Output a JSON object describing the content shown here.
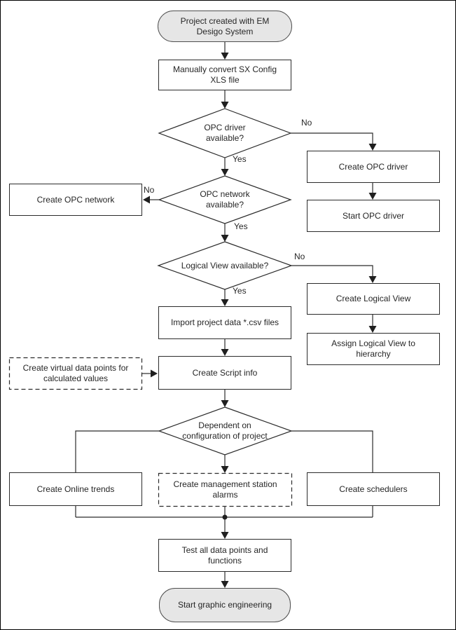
{
  "diagram": {
    "type": "flowchart",
    "nodes": {
      "start": {
        "label": "Project created with EM Desigo System",
        "shape": "terminator"
      },
      "convert_xls": {
        "label": "Manually convert SX Config XLS file",
        "shape": "process"
      },
      "opc_driver_available": {
        "label": "OPC driver available?",
        "shape": "decision"
      },
      "create_opc_driver": {
        "label": "Create OPC driver",
        "shape": "process"
      },
      "start_opc_driver": {
        "label": "Start OPC driver",
        "shape": "process"
      },
      "opc_network_available": {
        "label": "OPC network available?",
        "shape": "decision"
      },
      "create_opc_network": {
        "label": "Create OPC network",
        "shape": "process"
      },
      "logical_view_available": {
        "label": "Logical View available?",
        "shape": "decision"
      },
      "create_logical_view": {
        "label": "Create Logical View",
        "shape": "process"
      },
      "assign_logical_view": {
        "label": "Assign Logical View to hierarchy",
        "shape": "process"
      },
      "import_project_data": {
        "label": "Import project data *.csv files",
        "shape": "process"
      },
      "create_virtual_data_points": {
        "label": "Create virtual data points for calculated values",
        "shape": "process-dashed"
      },
      "create_script_info": {
        "label": "Create Script info",
        "shape": "process"
      },
      "dependent_on_configuration": {
        "label": "Dependent on configuration of project",
        "shape": "decision"
      },
      "create_online_trends": {
        "label": "Create Online trends",
        "shape": "process"
      },
      "create_management_station_alarms": {
        "label": "Create management station alarms",
        "shape": "process-dashed"
      },
      "create_schedulers": {
        "label": "Create schedulers",
        "shape": "process"
      },
      "test_all_data_points": {
        "label": "Test all data points and functions",
        "shape": "process"
      },
      "end": {
        "label": "Start graphic engineering",
        "shape": "terminator"
      }
    },
    "edge_labels": {
      "opc_driver_no": "No",
      "opc_driver_yes": "Yes",
      "opc_network_no": "No",
      "opc_network_yes": "Yes",
      "logical_view_no": "No",
      "logical_view_yes": "Yes"
    },
    "colors": {
      "terminator_fill": "#e6e6e6",
      "line": "#2b2b2b",
      "text": "#262626",
      "background": "#ffffff"
    }
  }
}
